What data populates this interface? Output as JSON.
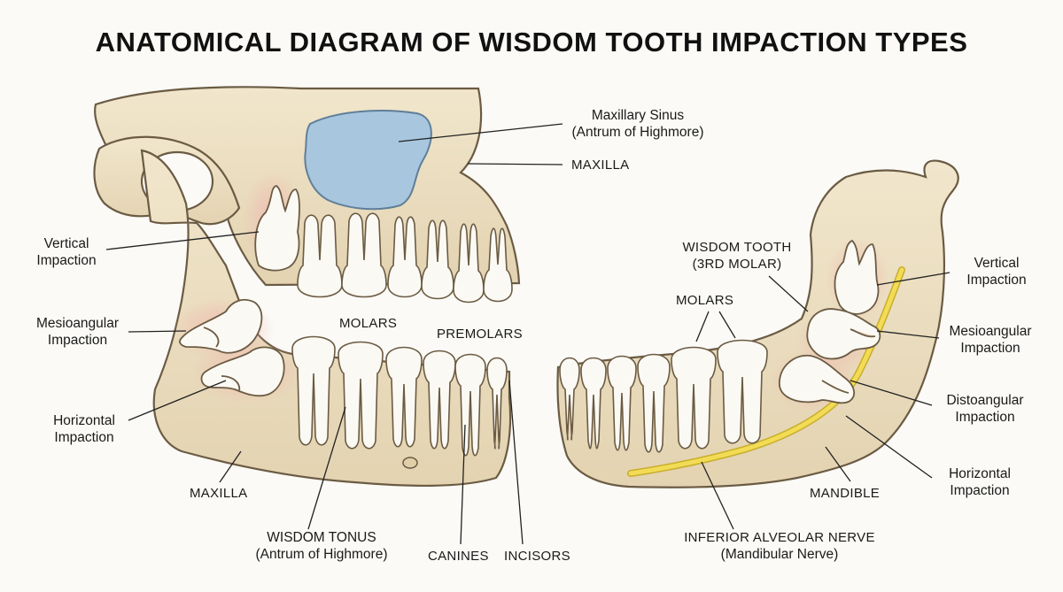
{
  "title": "ANATOMICAL DIAGRAM OF WISDOM TOOTH IMPACTION TYPES",
  "colors": {
    "bone": "#ede1c4",
    "bone_outline": "#6b5b44",
    "tooth": "#fbf9f3",
    "gum": "#f2c7c1",
    "sinus": "#a9c6df",
    "nerve": "#f0d84a"
  },
  "labels": {
    "left": {
      "vertical": [
        "Vertical",
        "Impaction"
      ],
      "mesioangular": [
        "Mesioangular",
        "Impaction"
      ],
      "horizontal": [
        "Horizontal",
        "Impaction"
      ],
      "maxilla_bottom": "MAXILLA",
      "molars": "MOLARS",
      "premolars": "PREMOLARS",
      "wisdom_tonus": [
        "WISDOM TONUS",
        "(Antrum of Highmore)"
      ],
      "canines": "CANINES",
      "incisors": "INCISORS",
      "maxillary_sinus": [
        "Maxillary Sinus",
        "(Antrum of Highmore)"
      ],
      "maxilla_top": "MAXILLA"
    },
    "right": {
      "wisdom_tooth": [
        "WISDOM TOOTH",
        "(3RD MOLAR)"
      ],
      "molars": "MOLARS",
      "vertical": [
        "Vertical",
        "Impaction"
      ],
      "mesioangular": [
        "Mesioangular",
        "Impaction"
      ],
      "distoangular": [
        "Distoangular",
        "Impaction"
      ],
      "horizontal": [
        "Horizontal",
        "Impaction"
      ],
      "mandible": "MANDIBLE",
      "nerve": [
        "INFERIOR ALVEOLAR NERVE",
        "(Mandibular Nerve)"
      ]
    }
  }
}
